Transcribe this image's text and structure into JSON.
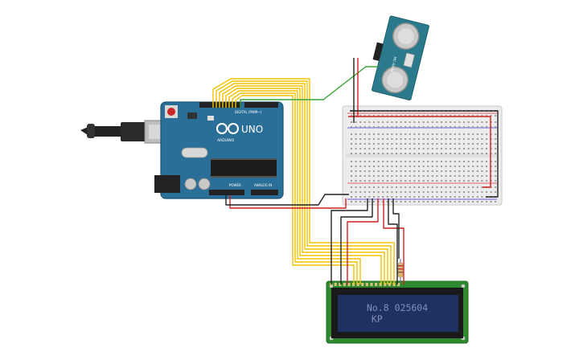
{
  "arduino": {
    "logo_text": "UNO",
    "brand": "ARDUINO",
    "digital_label": "DIGITAL (PWM~)",
    "power_label": "POWER",
    "analog_label": "ANALOG IN"
  },
  "sensor": {
    "label": "HC-SR04"
  },
  "lcd": {
    "line1": "No.8 025604",
    "line2": "KP"
  },
  "colors": {
    "arduino_board": "#2a6f97",
    "breadboard": "#ececec",
    "sensor_board": "#2b7a8c",
    "lcd_pcb": "#2f8a2f",
    "lcd_screen": "#1f3160",
    "lcd_text": "#7f8fb8",
    "wire_yellow": "#f2c200",
    "wire_red": "#d21f1f",
    "wire_black": "#222222",
    "wire_green": "#3aa63a"
  }
}
